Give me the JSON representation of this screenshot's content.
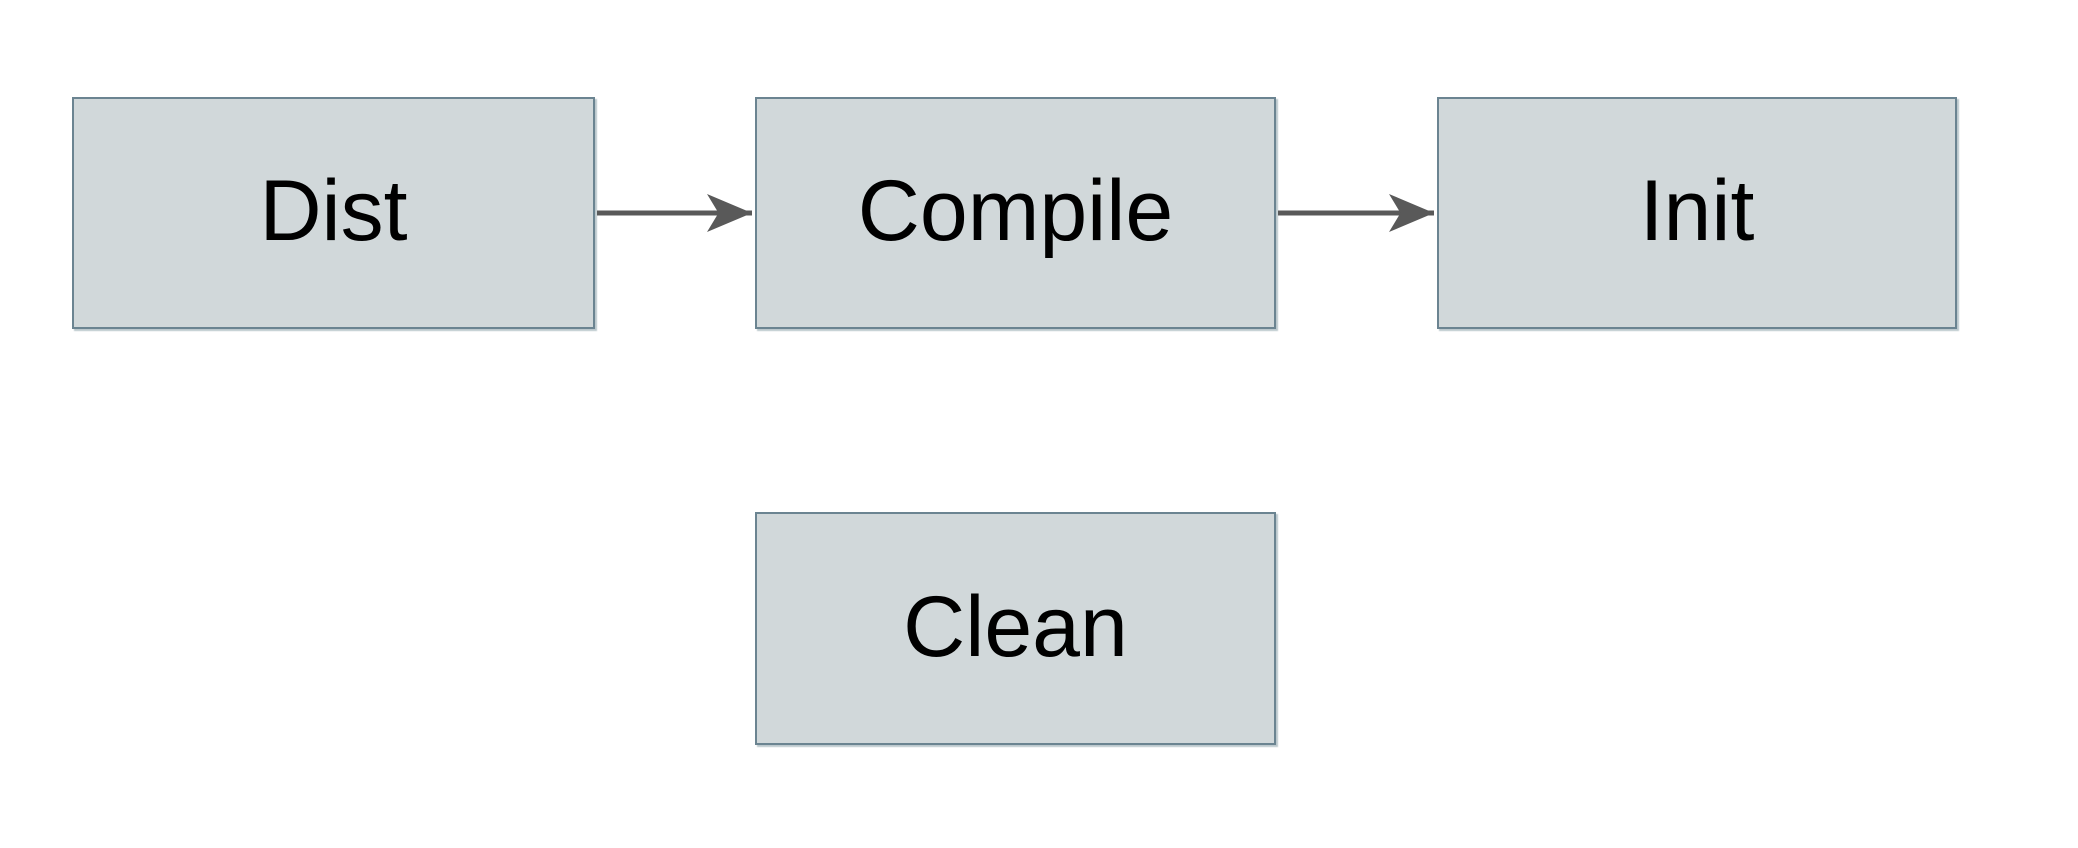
{
  "diagram": {
    "type": "flowchart",
    "colors": {
      "node_fill": "#d1d8da",
      "node_border": "#6b8491",
      "arrow_color": "#595959",
      "text_color": "#000000",
      "background": "#ffffff",
      "shadow": "rgba(107,132,145,0.45)"
    },
    "nodes": [
      {
        "id": "dist",
        "label": "Dist"
      },
      {
        "id": "compile",
        "label": "Compile"
      },
      {
        "id": "init",
        "label": "Init"
      },
      {
        "id": "clean",
        "label": "Clean"
      }
    ],
    "edges": [
      {
        "from": "dist",
        "to": "compile"
      },
      {
        "from": "compile",
        "to": "init"
      }
    ]
  }
}
